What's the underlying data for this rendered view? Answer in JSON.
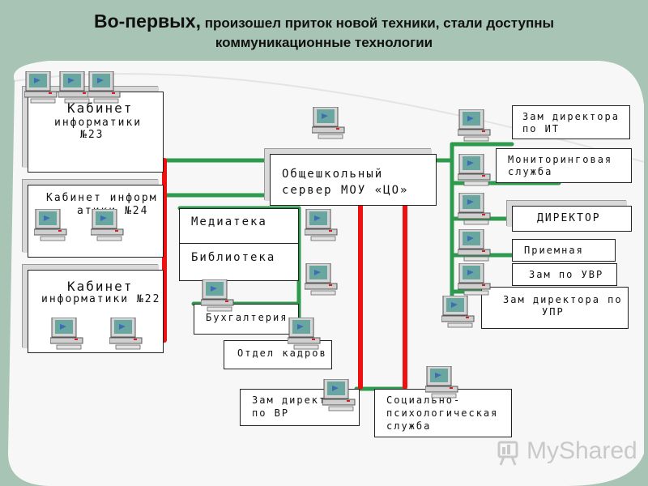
{
  "title": {
    "bold": "Во-первых,",
    "line1_rest": " произошел приток новой техники, стали доступны",
    "line2": "коммуникационные технологии"
  },
  "boxes": {
    "kab23": [
      "Кабинет",
      "информатики",
      "№23"
    ],
    "kab24": [
      "Кабинет информ",
      "атики №24"
    ],
    "kab22": [
      "Кабинет",
      "информатики №22"
    ],
    "server": [
      "Общешкольный",
      "сервер МОУ «ЦО»"
    ],
    "mediateka": "Медиатека",
    "biblioteka": "Библиотека",
    "buh": "Бухгалтерия",
    "kadry": "Отдел кадров",
    "zam_vr": [
      "Зам директора",
      "по ВР"
    ],
    "social": [
      "Социально-",
      "психологическая",
      "служба"
    ],
    "zam_it": [
      "Зам директора",
      "по ИТ"
    ],
    "monitoring": [
      "Мониторинговая",
      "служба"
    ],
    "director": "ДИРЕКТОР",
    "priemnaya": "Приемная",
    "zam_uvr": "Зам по УВР",
    "zam_upr": [
      "Зам директора по",
      "УПР"
    ]
  },
  "watermark": "MyShared",
  "colors": {
    "background": "#a7c4b5",
    "red_link": "#ee1111",
    "green_link": "#2e9a4e"
  }
}
